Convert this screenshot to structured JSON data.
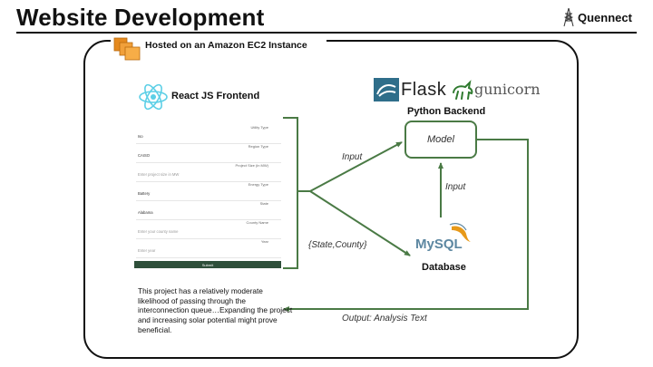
{
  "slide": {
    "title": "Website Development",
    "logo_text": "Quennect",
    "icons": [
      "tower-icon",
      "ec2-icon",
      "react-icon",
      "flask-icon",
      "gunicorn-icon",
      "mysql-icon"
    ]
  },
  "diagram": {
    "container_label": "Hosted on an Amazon EC2 Instance",
    "frontend_label": "React JS Frontend",
    "flask_text": "Flask",
    "gunicorn_text": "gunicorn",
    "backend_label": "Python Backend",
    "model_label": "Model",
    "mysql_text": "MySQL",
    "database_label": "Database",
    "edge_labels": {
      "input_to_model": "Input",
      "db_to_model": "Input",
      "state_county": "{State,County}",
      "output": "Output: Analysis Text"
    },
    "analysis_text": "This project has a relatively moderate likelihood of passing through the interconnection queue…Expanding the project and increasing solar potential might prove beneficial.",
    "edge_color": "#4a7a45"
  },
  "form": {
    "fields": [
      {
        "label": "Utility Type",
        "value": "Iso",
        "placeholder": false
      },
      {
        "label": "Region Type",
        "value": "CAISO",
        "placeholder": false
      },
      {
        "label": "Project Size (in MW)",
        "value": "Enter project size in MW",
        "placeholder": true
      },
      {
        "label": "Energy Type",
        "value": "Battery",
        "placeholder": false
      },
      {
        "label": "State",
        "value": "Alabama",
        "placeholder": false
      },
      {
        "label": "County Name",
        "value": "Enter your county name",
        "placeholder": true
      },
      {
        "label": "Year",
        "value": "Enter year",
        "placeholder": true
      }
    ],
    "submit_label": "Submit",
    "submit_color": "#2e4f3a"
  }
}
